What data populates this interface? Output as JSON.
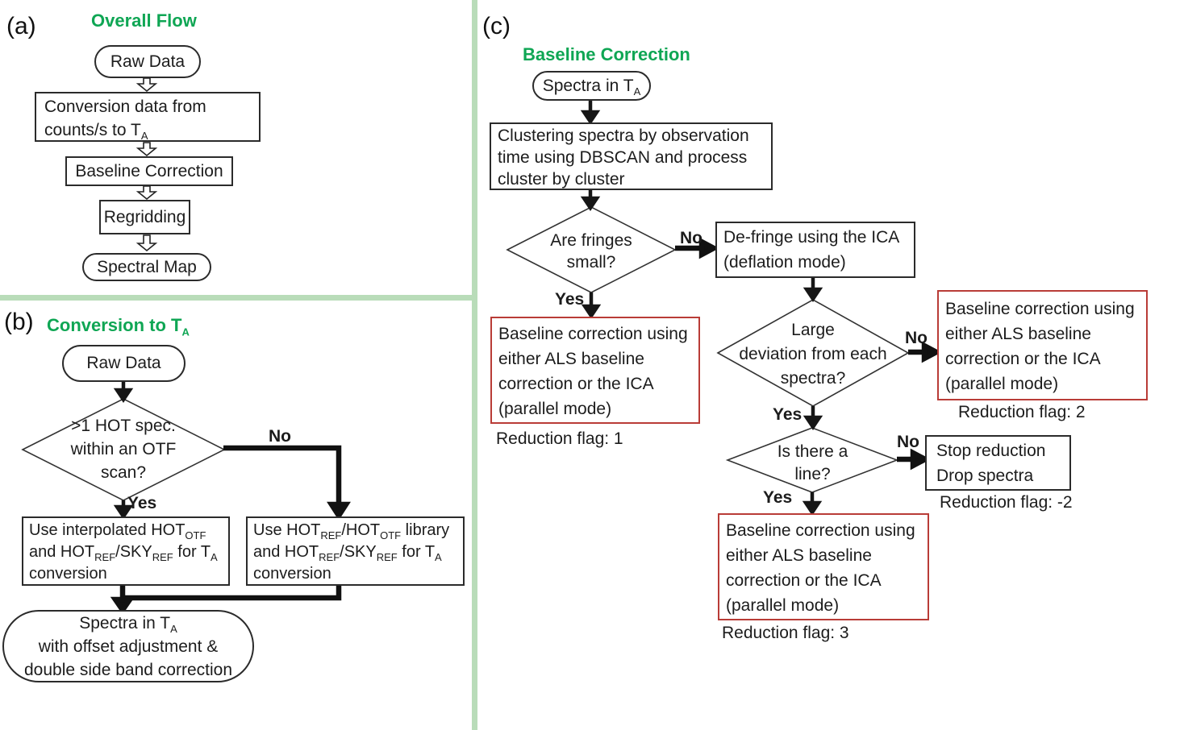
{
  "colors": {
    "accent_green": "#0fa654",
    "divider_green": "#b9dcb9",
    "red_border": "#b93c37",
    "line_black": "#1a1a1a"
  },
  "a": {
    "label": "(a)",
    "title": "Overall Flow",
    "raw_data": "Raw Data",
    "conv_l1": "Conversion data from",
    "conv_l2a": "counts/s to T",
    "conv_l2b": "A",
    "baseline": "Baseline Correction",
    "regridding": "Regridding",
    "spectral_map": "Spectral Map"
  },
  "b": {
    "label": "(b)",
    "title_a": "Conversion to T",
    "title_b": "A",
    "raw_data": "Raw Data",
    "d_l1": ">1 HOT spec.",
    "d_l2": "within an OTF",
    "d_l3": "scan?",
    "no": "No",
    "yes": "Yes",
    "yes_box": {
      "l1a": "Use interpolated HOT",
      "l1b": "OTF",
      "l2a": "and HOT",
      "l2b": "REF",
      "l2c": "/SKY",
      "l2d": "REF",
      "l2e": " for T",
      "l2f": "A",
      "l3": "conversion"
    },
    "no_box": {
      "l1a": "Use HOT",
      "l1b": "REF",
      "l1c": "/HOT",
      "l1d": "OTF",
      "l1e": " library",
      "l2a": "and HOT",
      "l2b": "REF",
      "l2c": "/SKY",
      "l2d": "REF",
      "l2e": " for T",
      "l2f": "A",
      "l3": "conversion"
    },
    "pill": {
      "l1a": "Spectra in T",
      "l1b": "A",
      "l2": "with offset adjustment &",
      "l3": "double side band correction"
    }
  },
  "c": {
    "label": "(c)",
    "title": "Baseline Correction",
    "pill_a": "Spectra in T",
    "pill_b": "A",
    "cluster_l1": "Clustering spectra by observation",
    "cluster_l2": "time using DBSCAN and process",
    "cluster_l3": "cluster by cluster",
    "fringe_l1": "Are fringes",
    "fringe_l2": "small?",
    "defringe_l1": "De-fringe using the ICA",
    "defringe_l2": "(deflation mode)",
    "dev_l1": "Large",
    "dev_l2": "deviation from each",
    "dev_l3": "spectra?",
    "line_l1": "Is there a",
    "line_l2": "line?",
    "stop_l1": "Stop reduction",
    "stop_l2": "Drop spectra",
    "no": "No",
    "yes": "Yes",
    "red_box": {
      "l1": "Baseline correction using",
      "l2": "either ALS baseline",
      "l3": "correction or the ICA",
      "l4": "(parallel mode)"
    },
    "flag1": "Reduction flag: 1",
    "flag2": "Reduction flag: 2",
    "flag_m2": "Reduction flag: -2",
    "flag3": "Reduction flag: 3"
  }
}
